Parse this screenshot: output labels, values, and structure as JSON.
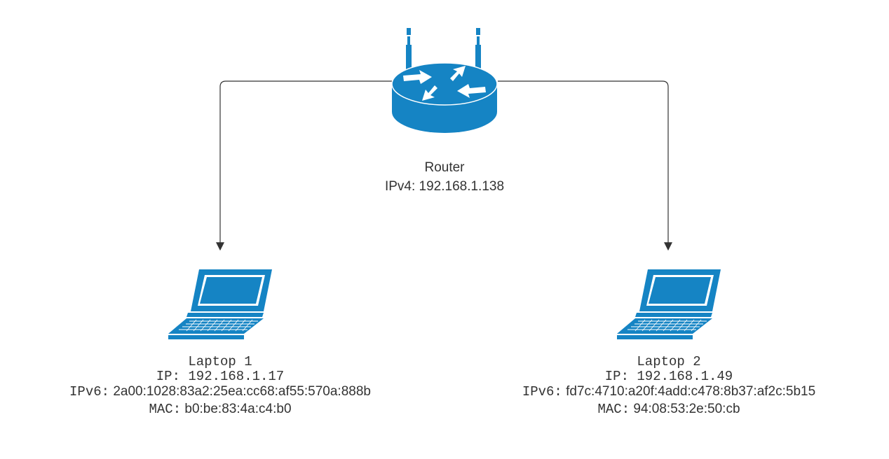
{
  "router": {
    "name": "Router",
    "ipv4_line": "IPv4: 192.168.1.138"
  },
  "laptop1": {
    "name": "Laptop 1",
    "ip_label": "IP:",
    "ip_value": "192.168.1.17",
    "ipv6_label": "IPv6:",
    "ipv6_value": "2a00:1028:83a2:25ea:cc68:af55:570a:888b",
    "mac_label": "MAC:",
    "mac_value": "b0:be:83:4a:c4:b0"
  },
  "laptop2": {
    "name": "Laptop 2",
    "ip_label": "IP:",
    "ip_value": "192.168.1.49",
    "ipv6_label": "IPv6:",
    "ipv6_value": "fd7c:4710:a20f:4add:c478:8b37:af2c:5b15",
    "mac_label": "MAC:",
    "mac_value": "94:08:53:2e:50:cb"
  },
  "colors": {
    "device_blue": "#1584c4",
    "device_dark": "#0e6ea8",
    "connector": "#333333",
    "text": "#333333"
  },
  "icons": {
    "router": "router-icon",
    "laptop": "laptop-icon"
  }
}
